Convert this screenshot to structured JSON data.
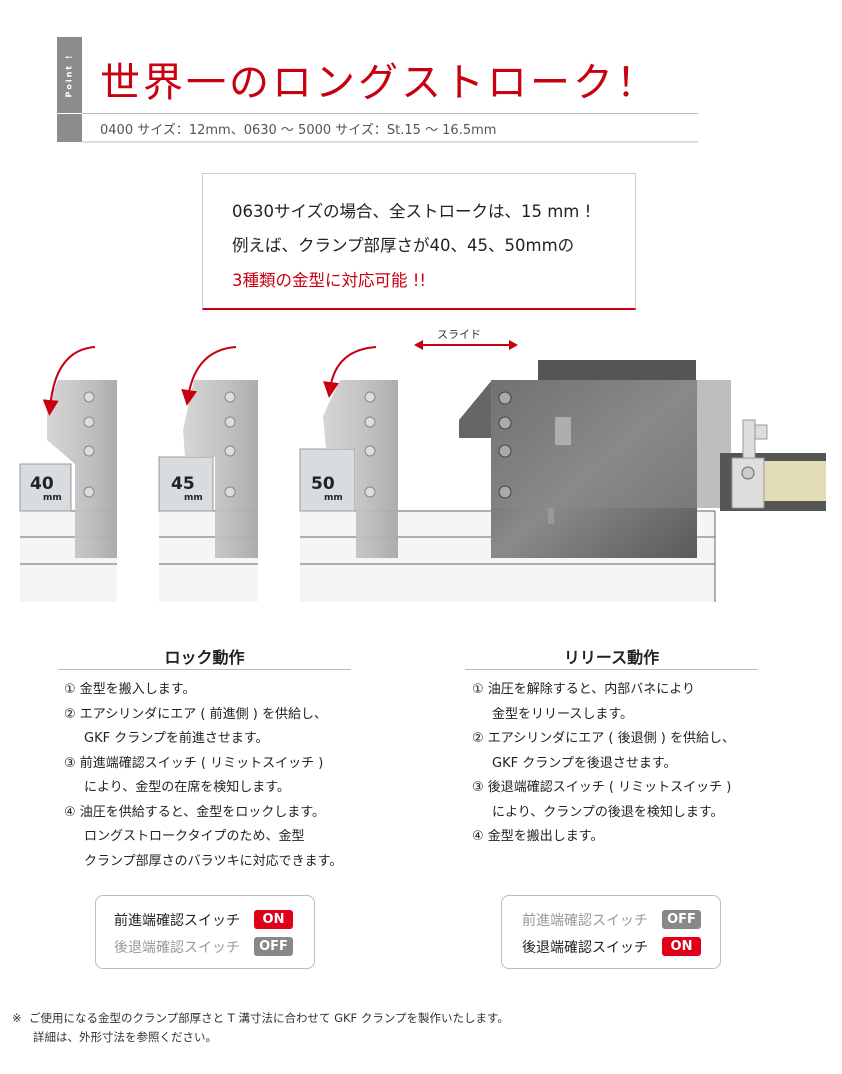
{
  "header": {
    "point_label": "Point !",
    "title": "世界一のロングストローク！",
    "subtitle": "0400 サイズ：12mm、0630 ～ 5000 サイズ：St.15 ～ 16.5mm"
  },
  "callout": {
    "line1": "0630サイズの場合、全ストロークは、15 mm !",
    "line2": "例えば、クランプ部厚さが40、45、50mmの",
    "line3": "3種類の金型に対応可能 !!"
  },
  "diagram": {
    "slide_label": "スライド",
    "thicknesses": [
      {
        "value": "40",
        "unit": "mm"
      },
      {
        "value": "45",
        "unit": "mm"
      },
      {
        "value": "50",
        "unit": "mm"
      }
    ]
  },
  "lock": {
    "heading": "ロック動作",
    "items": [
      {
        "num": "①",
        "text": "金型を搬入します。",
        "cont": []
      },
      {
        "num": "②",
        "text": "エアシリンダにエア ( 前進側 ) を供給し、",
        "cont": [
          "GKF クランプを前進させます。"
        ]
      },
      {
        "num": "③",
        "text": "前進端確認スイッチ ( リミットスイッチ )",
        "cont": [
          "により、金型の在席を検知します。"
        ]
      },
      {
        "num": "④",
        "text": "油圧を供給すると、金型をロックします。",
        "cont": [
          "ロングストロークタイプのため、金型",
          "クランプ部厚さのバラツキに対応できます。"
        ]
      }
    ],
    "switches": [
      {
        "label": "前進端確認スイッチ",
        "state": "ON"
      },
      {
        "label": "後退端確認スイッチ",
        "state": "OFF"
      }
    ]
  },
  "release": {
    "heading": "リリース動作",
    "items": [
      {
        "num": "①",
        "text": "油圧を解除すると、内部バネにより",
        "cont": [
          "金型をリリースします。"
        ]
      },
      {
        "num": "②",
        "text": "エアシリンダにエア ( 後退側 ) を供給し、",
        "cont": [
          "GKF クランプを後退させます。"
        ]
      },
      {
        "num": "③",
        "text": "後退端確認スイッチ ( リミットスイッチ )",
        "cont": [
          "により、クランプの後退を検知します。"
        ]
      },
      {
        "num": "④",
        "text": "金型を搬出します。",
        "cont": []
      }
    ],
    "switches": [
      {
        "label": "前進端確認スイッチ",
        "state": "OFF"
      },
      {
        "label": "後退端確認スイッチ",
        "state": "ON"
      }
    ]
  },
  "footnote": {
    "mark": "※",
    "line1": "ご使用になる金型のクランプ部厚さと T 溝寸法に合わせて GKF クランプを製作いたします。",
    "line2": "詳細は、外形寸法を参照ください。"
  },
  "colors": {
    "accent": "#c8000f",
    "on": "#e0001a",
    "off": "#888888"
  }
}
